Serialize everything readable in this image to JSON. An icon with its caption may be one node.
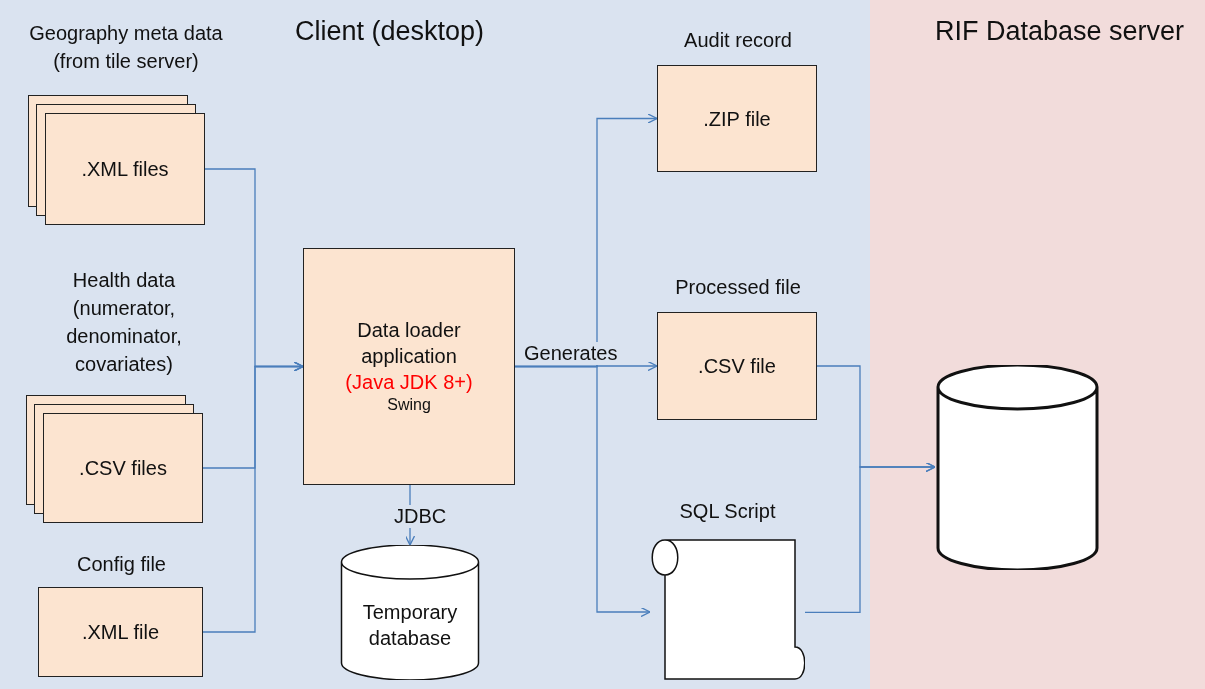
{
  "diagram": {
    "nodes": [
      {
        "text": [
          "Client (desktop)"
        ]
      },
      {
        "text": [
          "RIF Database server"
        ]
      },
      {
        "text": [
          "Geography meta data (from tile server)",
          ".XML files"
        ],
        "in": 0
      },
      {
        "text": [
          "Health data (numerator, denominator, covariates)",
          ".CSV files"
        ],
        "in": 0
      },
      {
        "text": [
          "Config file",
          ".XML file"
        ],
        "in": 0
      },
      {
        "text": [
          "Data loader application",
          "(Java JDK 8+)",
          "Swing"
        ],
        "in": 0
      },
      {
        "text": [
          "Temporary database"
        ],
        "in": 0
      },
      {
        "text": [
          "Audit record",
          ".ZIP file"
        ],
        "in": 0
      },
      {
        "text": [
          "Processed file",
          ".CSV file"
        ],
        "in": 0
      },
      {
        "text": [
          "SQL Script"
        ],
        "in": 0
      },
      {
        "text": [],
        "shape": "cylinder",
        "in": 1
      }
    ],
    "edges": [
      {
        "from": 2,
        "to": 5,
        "arrow": "to"
      },
      {
        "from": 3,
        "to": 5,
        "arrow": "to"
      },
      {
        "from": 4,
        "to": 5,
        "arrow": "to"
      },
      {
        "from": 5,
        "to": 6,
        "arrow": "to",
        "label": "JDBC"
      },
      {
        "from": 5,
        "to": 7,
        "arrow": "to"
      },
      {
        "from": 5,
        "to": 8,
        "arrow": "to",
        "label": "Generates"
      },
      {
        "from": 5,
        "to": 9,
        "arrow": "to"
      },
      {
        "from": 8,
        "to": 10,
        "arrow": "to"
      },
      {
        "from": 9,
        "to": 10,
        "arrow": "to"
      }
    ]
  }
}
